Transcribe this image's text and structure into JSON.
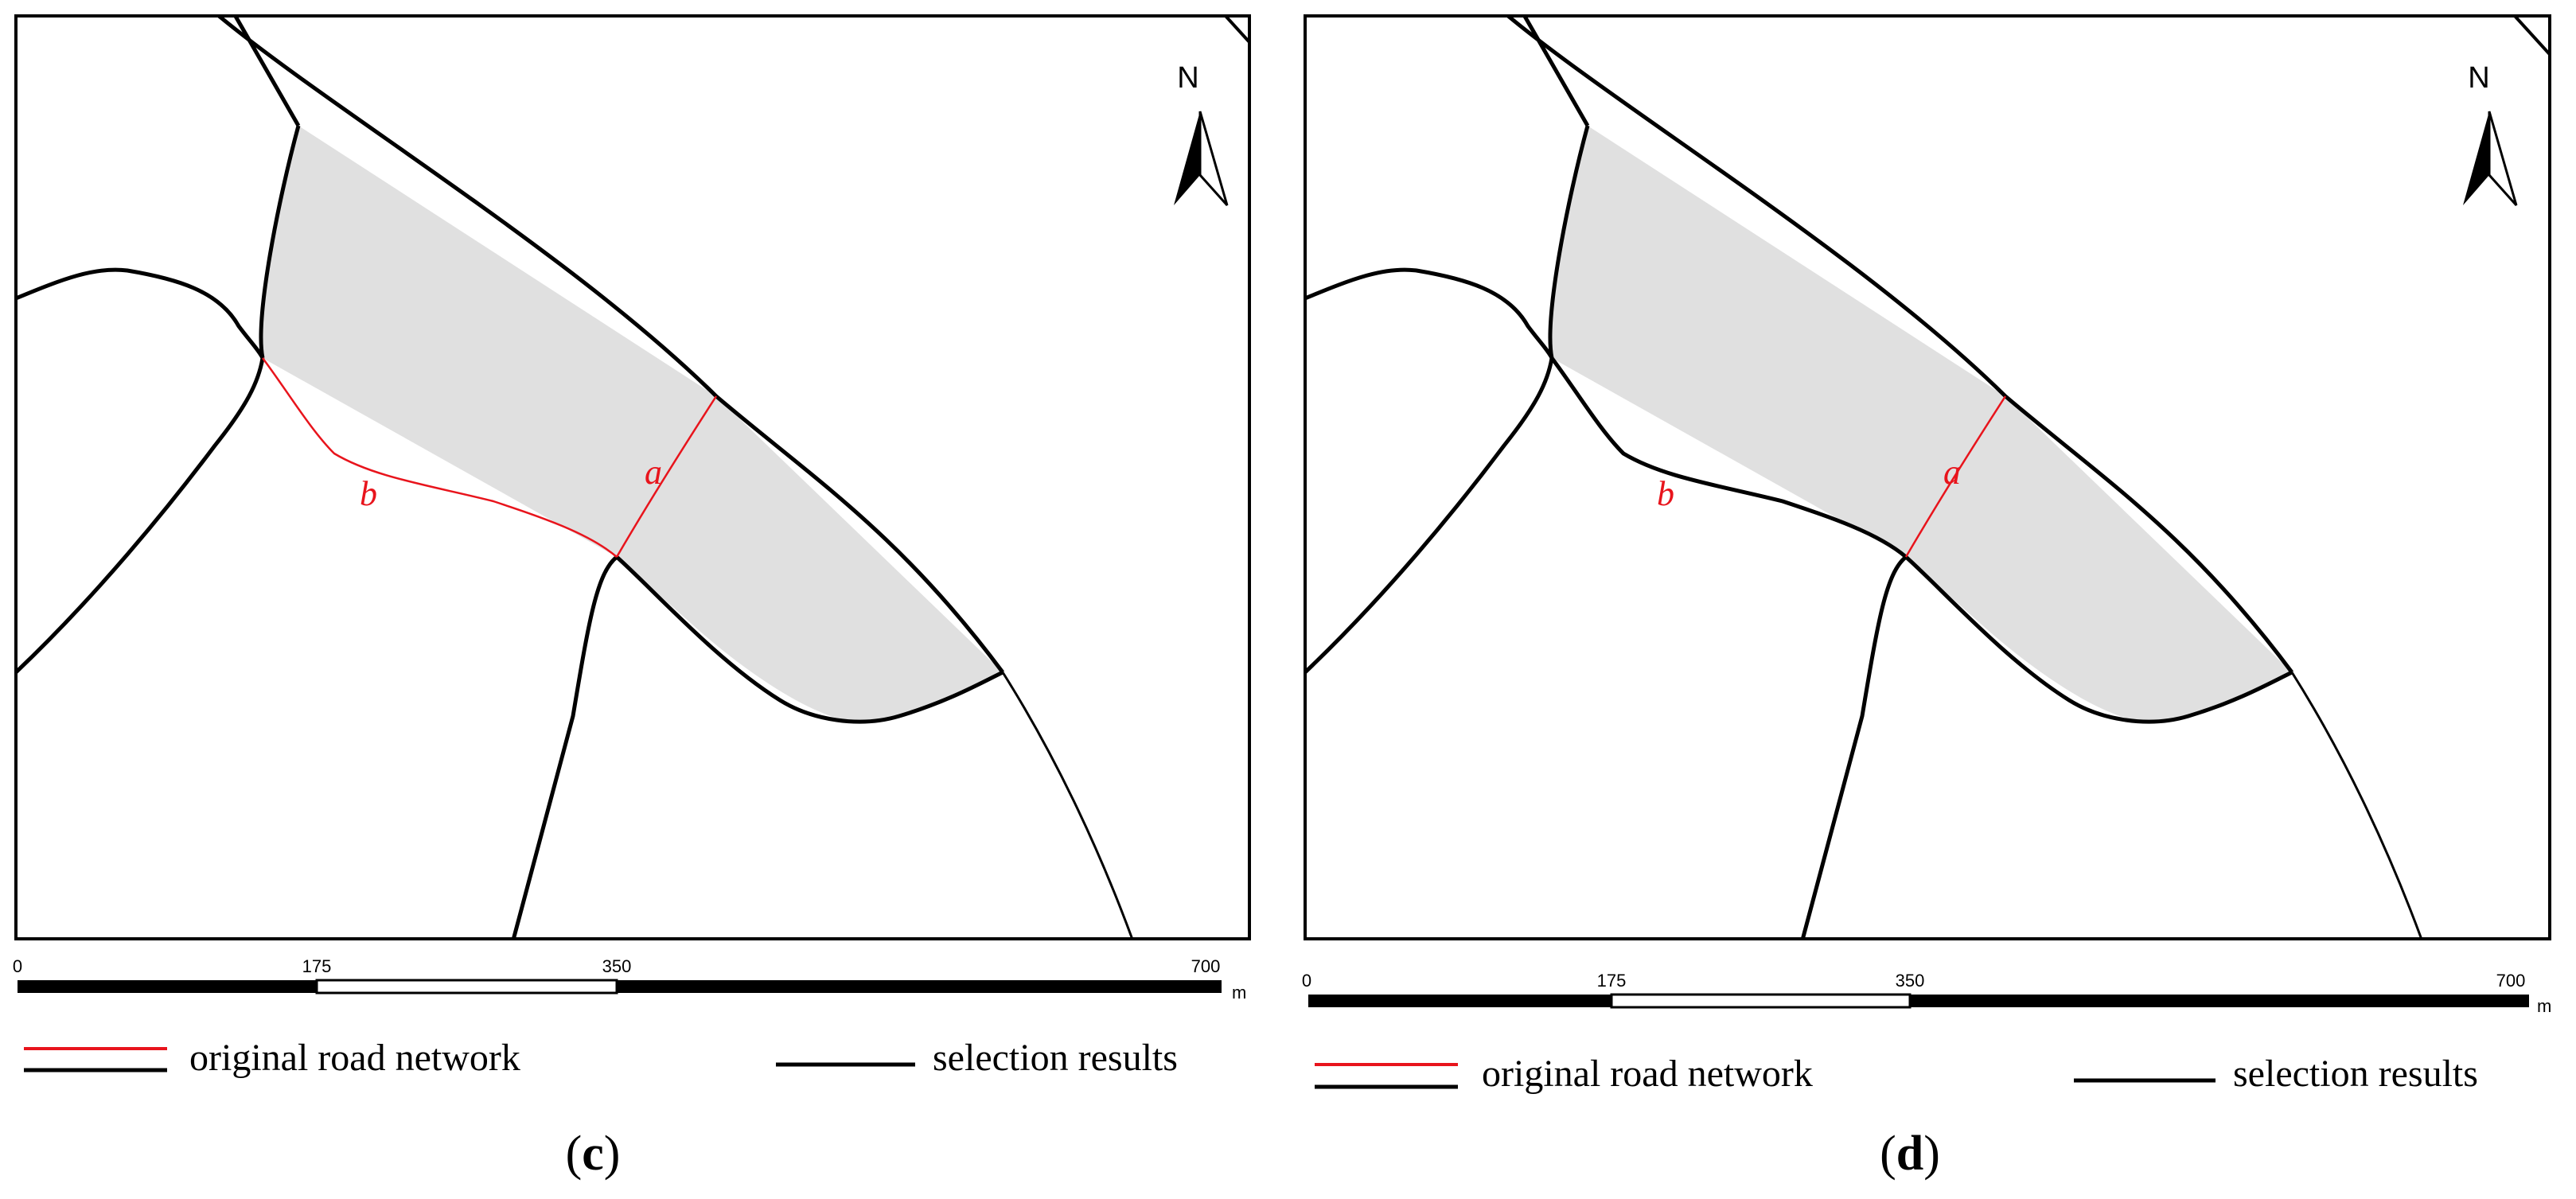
{
  "panels": [
    {
      "id": "c",
      "caption": {
        "open": "(",
        "letter": "c",
        "close": ")"
      },
      "road_labels": {
        "a": "a",
        "b": "b"
      },
      "red_roads": [
        "a",
        "b"
      ],
      "north_label": "N",
      "scale": {
        "ticks": [
          "0",
          "175",
          "350",
          "700"
        ],
        "unit": "m"
      },
      "legend": {
        "original": "original road network",
        "selection": "selection results"
      }
    },
    {
      "id": "d",
      "caption": {
        "open": "(",
        "letter": "d",
        "close": ")"
      },
      "road_labels": {
        "a": "a",
        "b": "b"
      },
      "red_roads": [
        "a"
      ],
      "north_label": "N",
      "scale": {
        "ticks": [
          "0",
          "175",
          "350",
          "700"
        ],
        "unit": "m"
      },
      "legend": {
        "original": "original road network",
        "selection": "selection results"
      }
    }
  ],
  "colors": {
    "original_road": "#e8141c",
    "selection_road": "#000000",
    "selected_block_fill": "#e0e0e0"
  }
}
